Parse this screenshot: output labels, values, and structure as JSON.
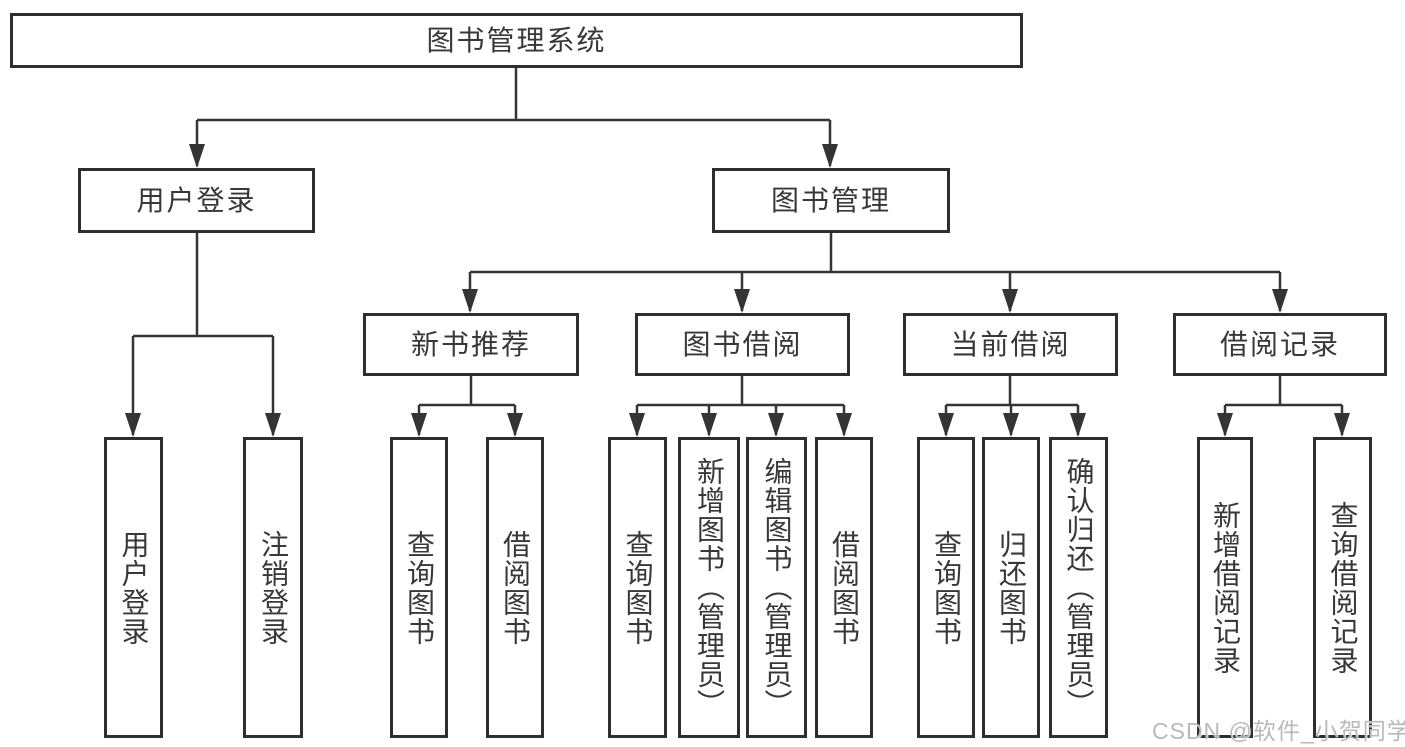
{
  "diagram": {
    "type": "tree-structure-chart",
    "colors": {
      "line": "#343434",
      "box_border": "#2e2e2e",
      "box_fill": "#ffffff",
      "text": "#383838",
      "watermark": "#b9b9b9",
      "background": "#ffffff"
    },
    "nodes": {
      "root": {
        "label": "图书管理系统"
      },
      "l2": [
        {
          "label": "用户登录"
        },
        {
          "label": "图书管理"
        }
      ],
      "l3": [
        {
          "label": "新书推荐"
        },
        {
          "label": "图书借阅"
        },
        {
          "label": "当前借阅"
        },
        {
          "label": "借阅记录"
        }
      ],
      "leaves": {
        "user_login": [
          {
            "label": "用户登录"
          },
          {
            "label": "注销登录"
          }
        ],
        "new_book": [
          {
            "label": "查询图书"
          },
          {
            "label": "借阅图书"
          }
        ],
        "book_borrow": [
          {
            "label": "查询图书"
          },
          {
            "label": "新增图书（管理员）"
          },
          {
            "label": "编辑图书（管理员）"
          },
          {
            "label": "借阅图书"
          }
        ],
        "current_borrow": [
          {
            "label": "查询图书"
          },
          {
            "label": "归还图书"
          },
          {
            "label": "确认归还（管理员）"
          }
        ],
        "borrow_records": [
          {
            "label": "新增借阅记录"
          },
          {
            "label": "查询借阅记录"
          }
        ]
      }
    },
    "watermark": "CSDN @软件_小贺同学"
  }
}
